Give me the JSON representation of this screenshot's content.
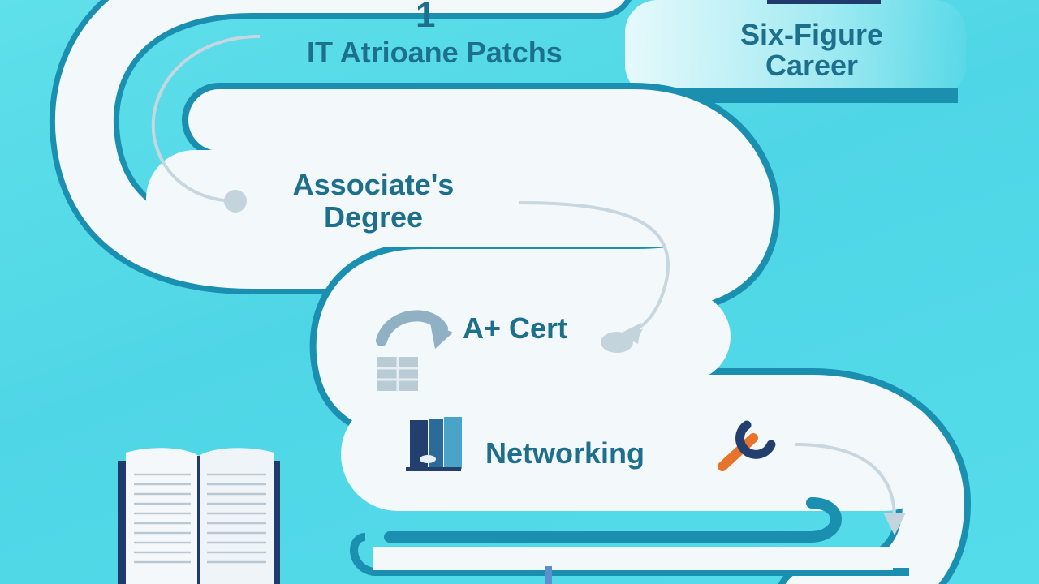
{
  "title": {
    "step_number": "1",
    "text": "IT Atrioane Patchs"
  },
  "goal": {
    "line1": "Six-Figure",
    "line2": "Career"
  },
  "steps": [
    {
      "id": "associates",
      "line1": "Associate's",
      "line2": "Degree"
    },
    {
      "id": "aplus",
      "line1": "A+ Cert"
    },
    {
      "id": "networking",
      "line1": "Networking"
    }
  ],
  "icons": [
    "book-icon",
    "books-icon",
    "wrench-icon",
    "computer-icon",
    "curved-arrow-icon",
    "bird-icon"
  ],
  "colors": {
    "background": "#5fe0ea",
    "road": "#f2f8fb",
    "road_edge": "#1a8fb0",
    "text": "#1d6f8c",
    "accent_orange": "#e8742c",
    "navy": "#1f3a6b"
  }
}
